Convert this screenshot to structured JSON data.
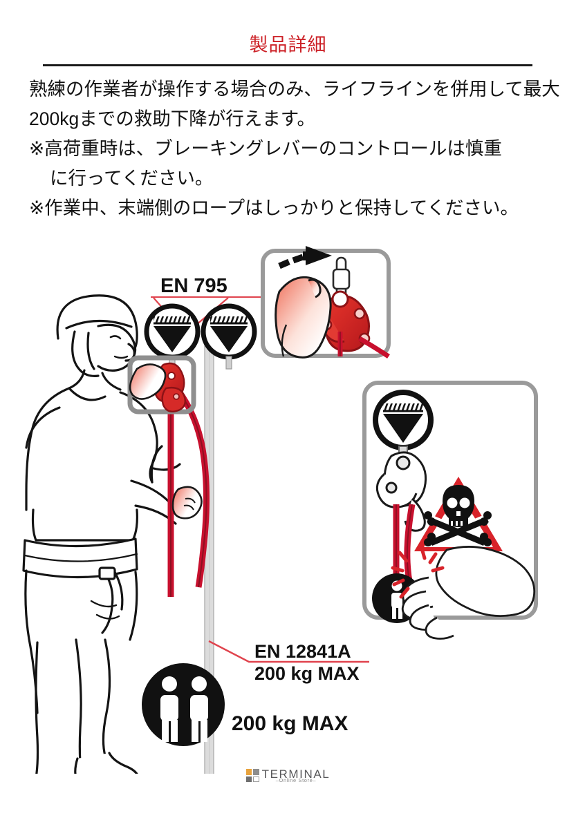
{
  "header": {
    "title": "製品詳細",
    "title_color": "#cc2026",
    "rule_color": "#1a1a1a"
  },
  "body": {
    "paragraph_1": "熟練の作業者が操作する場合のみ、ライフラインを併用して最大200kgまでの救助下降が行えます。",
    "paragraph_2_line1": "※高荷重時は、ブレーキングレバーのコントロールは慎重",
    "paragraph_2_line2": "に行ってください。",
    "paragraph_3": "※作業中、末端側のロープはしっかりと保持してください。"
  },
  "illustration": {
    "labels": {
      "en795": "EN 795",
      "en12841a": "EN 12841A",
      "en12841a_sub": "200 kg MAX",
      "load_max": "200 kg MAX"
    },
    "colors": {
      "rope_red": "#c8102e",
      "rope_red_dark": "#8c1020",
      "lifeline_gray": "#b5b5b5",
      "device_red": "#e02a26",
      "device_red_dark": "#a8191b",
      "leader_red": "#e04a52",
      "outline": "#1a1a1a",
      "inset_border": "#9a9a9a",
      "skin_light": "#fde9e4",
      "skin_deep": "#ef6a5a",
      "warning_red": "#d8232a"
    },
    "icons": {
      "anchor_left": "anchor-point-icon",
      "anchor_right": "anchor-point-icon",
      "anchor_inset": "anchor-point-icon",
      "two-person": "two-person-load-icon",
      "one-person": "one-person-load-icon",
      "skull": "skull-crossbones-warning-icon",
      "arrow": "curved-pull-arrow-icon",
      "spark": "impact-burst-icon"
    },
    "insets": {
      "top_right_caption": "",
      "bottom_right_caption": ""
    }
  },
  "footer": {
    "logo_name": "TERMINAL",
    "logo_sub": "–Online Store–",
    "swatches": [
      "#e8a33d",
      "#8d8d8d",
      "#6f6f6f",
      "#ffffff"
    ]
  }
}
